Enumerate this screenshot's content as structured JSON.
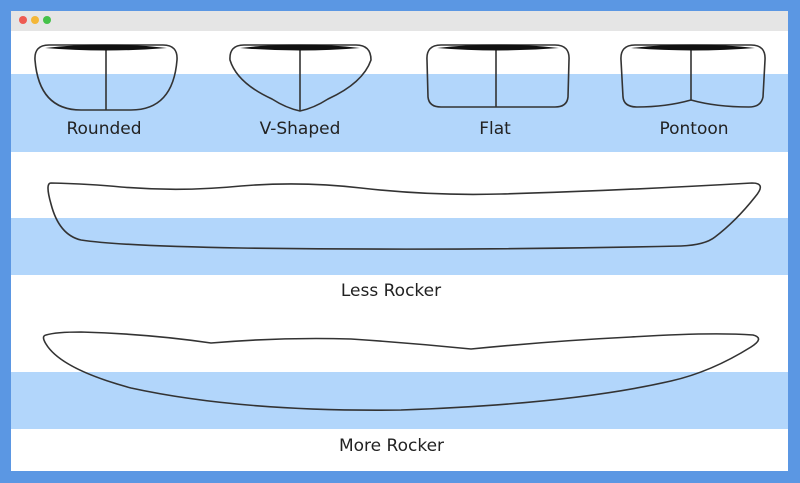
{
  "window": {
    "controls": [
      "close",
      "minimize",
      "maximize"
    ]
  },
  "hull_shapes": [
    {
      "label": "Rounded"
    },
    {
      "label": "V-Shaped"
    },
    {
      "label": "Flat"
    },
    {
      "label": "Pontoon"
    }
  ],
  "profiles": [
    {
      "label": "Less Rocker"
    },
    {
      "label": "More Rocker"
    }
  ],
  "colors": {
    "frame": "#5b97e3",
    "band": "#b2d6fb",
    "outline": "#333333",
    "deck": "#111111"
  }
}
